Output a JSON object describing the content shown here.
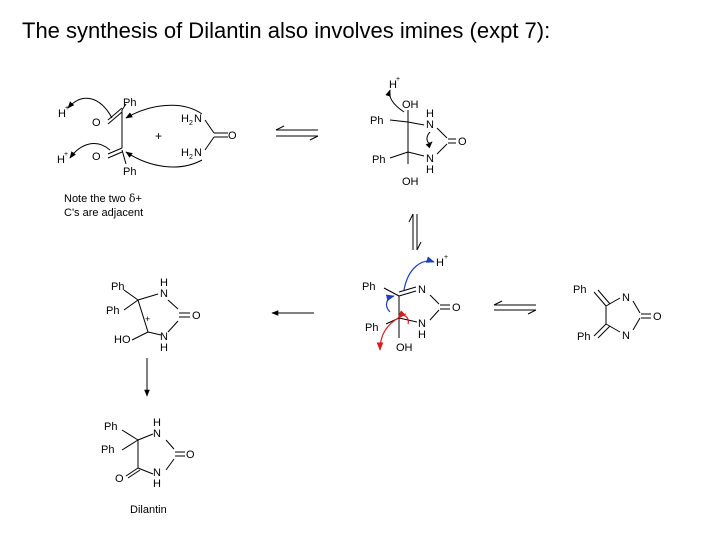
{
  "slide": {
    "title": "The synthesis of Dilantin also involves imines (expt 7):"
  },
  "labels": {
    "ph": "Ph",
    "o": "O",
    "n": "N",
    "h": "H",
    "oh": "OH",
    "ho": "HO",
    "plus": "+",
    "two": "2",
    "delta": "δ"
  },
  "reactants": {
    "note_line1_pre": "Note the two ",
    "note_line1_post": "+",
    "note_line2": "C's are adjacent"
  },
  "product": {
    "name": "Dilantin"
  },
  "colors": {
    "blue_arrow": "#1f3fbf",
    "red_arrow": "#d42020",
    "bond": "#000000"
  }
}
